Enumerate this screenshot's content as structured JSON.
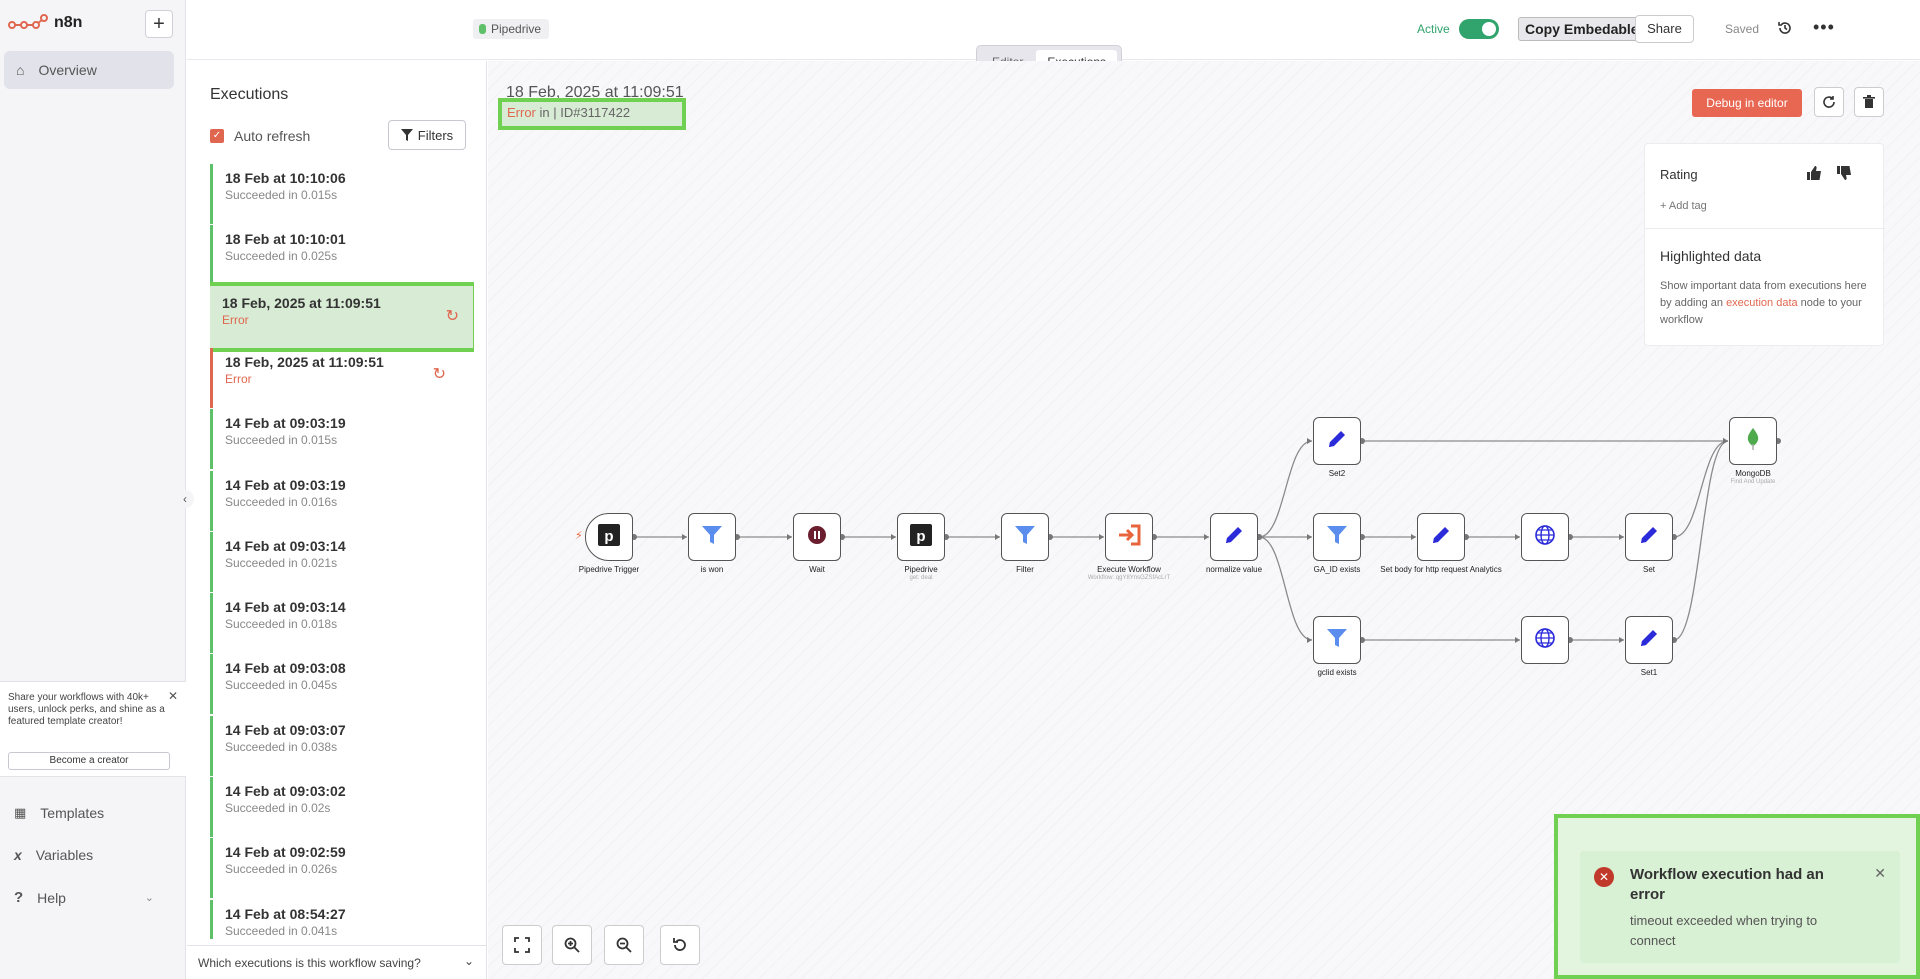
{
  "app": {
    "logo_text": "n8n",
    "add_label": "+",
    "nav_overview": "Overview",
    "nav_templates": "Templates",
    "nav_variables": "Variables",
    "nav_help": "Help",
    "promo_text": "Share your workflows with 40k+ users, unlock perks, and shine as a featured template creator!",
    "promo_button": "Become a creator"
  },
  "topbar": {
    "workflow_name": "Pipedrive",
    "active_label": "Active",
    "copy_link_label": "Copy Embedable Link",
    "share_label": "Share",
    "saved_label": "Saved",
    "more_label": "•••"
  },
  "tabs": {
    "editor": "Editor",
    "executions": "Executions"
  },
  "executions": {
    "title": "Executions",
    "auto_refresh_label": "Auto refresh",
    "filters_label": "Filters",
    "footer_label": "Which executions is this workflow saving?",
    "items": [
      {
        "date": "18 Feb at 10:10:06",
        "status": "Succeeded in 0.015s"
      },
      {
        "date": "18 Feb at 10:10:01",
        "status": "Succeeded in 0.025s"
      },
      {
        "date": "18 Feb, 2025 at 11:09:51",
        "status": "Error"
      },
      {
        "date": "18 Feb, 2025 at 11:09:51",
        "status": "Error"
      },
      {
        "date": "14 Feb at 09:03:19",
        "status": "Succeeded in 0.015s"
      },
      {
        "date": "14 Feb at 09:03:19",
        "status": "Succeeded in 0.016s"
      },
      {
        "date": "14 Feb at 09:03:14",
        "status": "Succeeded in 0.021s"
      },
      {
        "date": "14 Feb at 09:03:14",
        "status": "Succeeded in 0.018s"
      },
      {
        "date": "14 Feb at 09:03:08",
        "status": "Succeeded in 0.045s"
      },
      {
        "date": "14 Feb at 09:03:07",
        "status": "Succeeded in 0.038s"
      },
      {
        "date": "14 Feb at 09:03:02",
        "status": "Succeeded in 0.02s"
      },
      {
        "date": "14 Feb at 09:02:59",
        "status": "Succeeded in 0.026s"
      },
      {
        "date": "14 Feb at 08:54:27",
        "status": "Succeeded in 0.041s"
      }
    ]
  },
  "execution_detail": {
    "date": "18 Feb, 2025 at 11:09:51",
    "status_word": "Error",
    "status_rest": " in | ID#3117422",
    "debug_label": "Debug in editor",
    "rating_label": "Rating",
    "add_tag_label": "+ Add tag",
    "highlighted_title": "Highlighted data",
    "highlighted_desc_1": "Show important data from executions here by adding an ",
    "highlighted_link": "execution data",
    "highlighted_desc_2": " node to your workflow"
  },
  "nodes": [
    {
      "label": "Pipedrive Trigger",
      "sub": "",
      "icon": "pipedrive-icon"
    },
    {
      "label": "is won",
      "sub": "",
      "icon": "filter-icon"
    },
    {
      "label": "Wait",
      "sub": "",
      "icon": "pause-icon"
    },
    {
      "label": "Pipedrive",
      "sub": "get: deal",
      "icon": "pipedrive-icon"
    },
    {
      "label": "Filter",
      "sub": "",
      "icon": "filter-icon"
    },
    {
      "label": "Execute Workflow",
      "sub": "Workflow: qgY8YnsGZSfAcLrT",
      "icon": "execute-workflow-icon"
    },
    {
      "label": "normalize value",
      "sub": "",
      "icon": "pencil-icon"
    },
    {
      "label": "Set2",
      "sub": "",
      "icon": "pencil-icon"
    },
    {
      "label": "GA_ID exists",
      "sub": "",
      "icon": "filter-icon"
    },
    {
      "label": "gclid exists",
      "sub": "",
      "icon": "filter-icon"
    },
    {
      "label": "Set body for http request Analytics",
      "sub": "",
      "icon": "pencil-icon"
    },
    {
      "label": "",
      "sub": "",
      "icon": "globe-icon"
    },
    {
      "label": "",
      "sub": "",
      "icon": "globe-icon"
    },
    {
      "label": "Set",
      "sub": "",
      "icon": "pencil-icon"
    },
    {
      "label": "Set1",
      "sub": "",
      "icon": "pencil-icon"
    },
    {
      "label": "MongoDB",
      "sub": "Find And Update",
      "icon": "mongodb-icon"
    }
  ],
  "toast": {
    "title": "Workflow execution had an error",
    "message": "timeout exceeded when trying to connect"
  },
  "colors": {
    "brand": "#e0674f",
    "success": "#30a46c",
    "highlight": "#6fd052",
    "node_blue": "#2b2bd9"
  }
}
